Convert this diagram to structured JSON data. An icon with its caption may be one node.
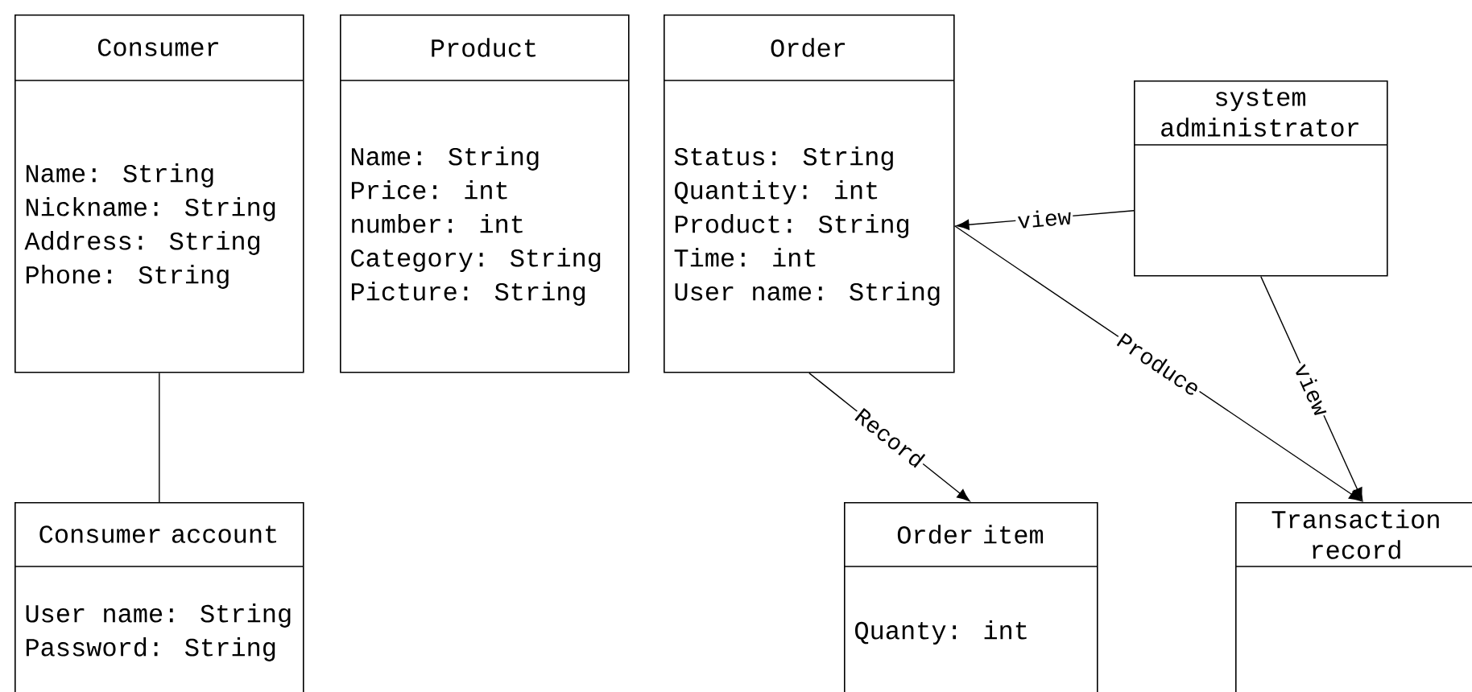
{
  "diagram": {
    "nodes": [
      {
        "text": [
          "Consumer",
          "Name: String",
          "Nickname: String",
          "Address: String",
          "Phone: String"
        ]
      },
      {
        "text": [
          "Product",
          "Name: String",
          "Price: int",
          "number: int",
          "Category: String",
          "Picture: String"
        ]
      },
      {
        "text": [
          "Order",
          "Status: String",
          "Quantity: int",
          "Product: String",
          "Time: int",
          "User name: String"
        ]
      },
      {
        "text": [
          "system administrator"
        ]
      },
      {
        "text": [
          "Consumer account",
          "User name: String",
          "Password: String"
        ]
      },
      {
        "text": [
          "Order item",
          "Quanty: int"
        ]
      },
      {
        "text": [
          "Transaction record"
        ]
      }
    ],
    "edges": [
      {
        "from": 0,
        "to": 4,
        "arrow": "none"
      },
      {
        "from": 3,
        "to": 2,
        "arrow": "to",
        "label": "view"
      },
      {
        "from": 2,
        "to": 6,
        "arrow": "to",
        "label": "Produce"
      },
      {
        "from": 2,
        "to": 5,
        "arrow": "to",
        "label": "Record"
      },
      {
        "from": 3,
        "to": 6,
        "arrow": "to",
        "label": "view"
      }
    ]
  }
}
